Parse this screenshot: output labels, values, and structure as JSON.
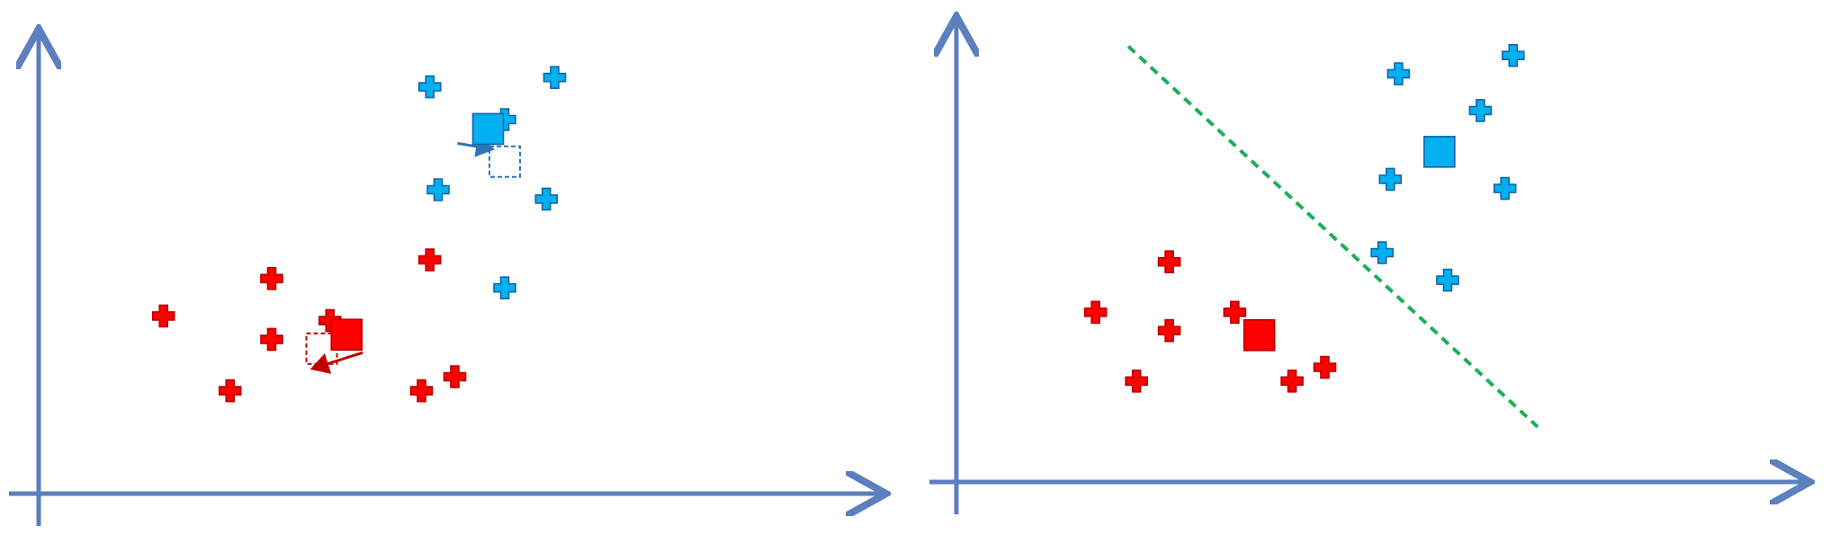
{
  "colors": {
    "background": "#ffffff",
    "axis": "#5b7fbf",
    "red": "#ff0000",
    "red_stroke": "#b80000",
    "blue": "#00b0f0",
    "blue_stroke": "#1565a8",
    "dark_red_dashed": "#c00000",
    "blue_dashed": "#2e75b6",
    "boundary": "#1fae5a"
  },
  "icons": {
    "data_point": "plus-icon",
    "centroid": "square-icon",
    "previous_centroid": "dashed-square-icon",
    "movement": "arrow-icon"
  },
  "chart_data": [
    {
      "type": "scatter",
      "panel": "left",
      "xlim": [
        0,
        100
      ],
      "ylim": [
        0,
        100
      ],
      "grid": false,
      "legend": "none",
      "series": [
        {
          "color": "red",
          "marker": "plus",
          "x": [
            15,
            28,
            28,
            23,
            35,
            47,
            46,
            50
          ],
          "y": [
            38,
            46,
            33,
            22,
            37,
            50,
            22,
            25
          ]
        },
        {
          "color": "blue",
          "marker": "plus",
          "x": [
            47,
            62,
            56,
            48,
            61,
            56
          ],
          "y": [
            87,
            89,
            80,
            65,
            63,
            44
          ]
        }
      ],
      "centroids": [
        {
          "color": "red",
          "x": 37,
          "y": 34,
          "previous_x": 34,
          "previous_y": 31
        },
        {
          "color": "blue",
          "x": 54,
          "y": 78,
          "previous_x": 56,
          "previous_y": 71
        }
      ]
    },
    {
      "type": "scatter",
      "panel": "right",
      "xlim": [
        0,
        100
      ],
      "ylim": [
        0,
        100
      ],
      "grid": false,
      "legend": "none",
      "series": [
        {
          "color": "red",
          "marker": "plus",
          "x": [
            17,
            26,
            26,
            22,
            41,
            45,
            34
          ],
          "y": [
            37,
            48,
            33,
            22,
            22,
            25,
            37
          ]
        },
        {
          "color": "blue",
          "marker": "plus",
          "x": [
            54,
            68,
            64,
            53,
            67,
            52,
            60
          ],
          "y": [
            89,
            93,
            81,
            66,
            64,
            50,
            44
          ]
        }
      ],
      "centroids": [
        {
          "color": "red",
          "x": 37,
          "y": 32
        },
        {
          "color": "blue",
          "x": 59,
          "y": 72
        }
      ],
      "boundary_line": {
        "style": "dashed",
        "color": "boundary",
        "x": [
          21,
          71
        ],
        "y": [
          95,
          12
        ]
      }
    }
  ]
}
